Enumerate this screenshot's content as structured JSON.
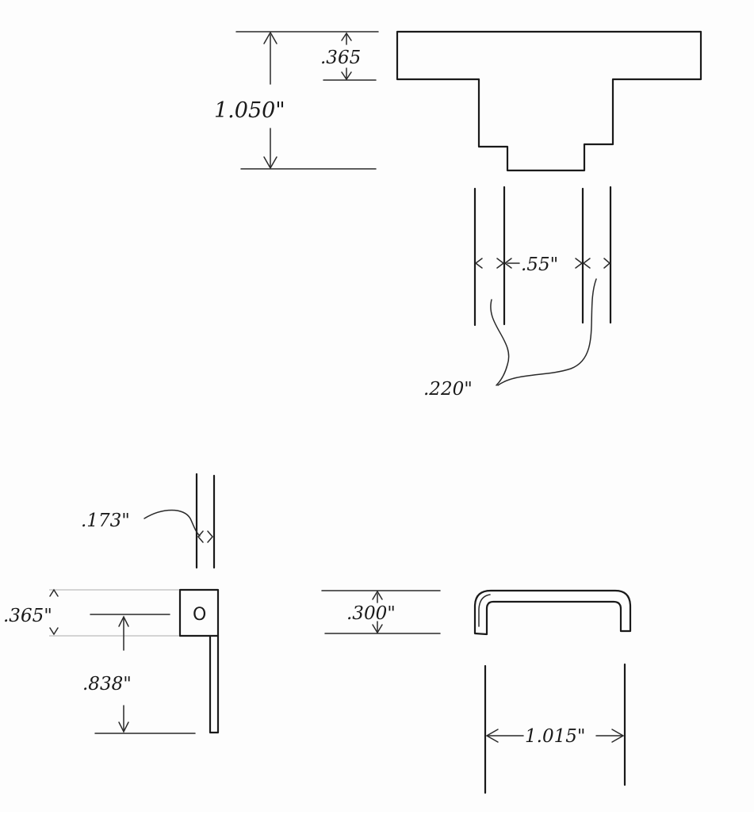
{
  "drawing": {
    "top_view": {
      "overall_height": "1.050\"",
      "flange_thickness": ".365",
      "slot_width": ".55\"",
      "wall_thickness": ".220\""
    },
    "bottom_view": {
      "rail_thickness": ".173\"",
      "block_height": ".365\"",
      "block_label": "O",
      "leg_length": ".838\"",
      "staple_height": ".300\"",
      "staple_width": "1.015\""
    }
  }
}
